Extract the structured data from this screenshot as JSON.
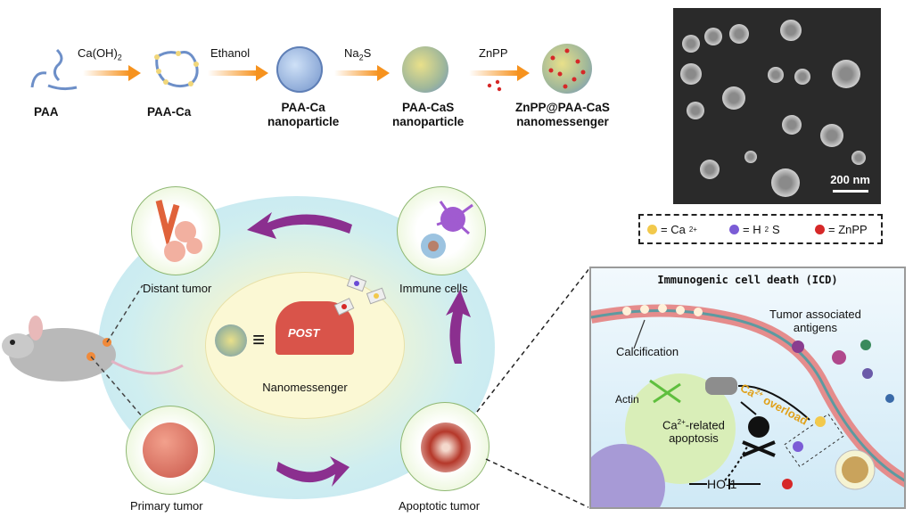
{
  "synthesis": {
    "steps": [
      {
        "label": "PAA"
      },
      {
        "label": "PAA-Ca"
      },
      {
        "label": "PAA-Ca",
        "label2": "nanoparticle"
      },
      {
        "label": "PAA-CaS",
        "label2": "nanoparticle"
      },
      {
        "label": "ZnPP@PAA-CaS",
        "label2": "nanomessenger"
      }
    ],
    "reagents": [
      {
        "text": "Ca(OH)",
        "sub": "2"
      },
      {
        "text": "Ethanol"
      },
      {
        "text": "Na",
        "sub": "2",
        "tail": "S"
      },
      {
        "text": "ZnPP"
      }
    ]
  },
  "sem": {
    "scale_bar": "200 nm"
  },
  "legend": {
    "items": [
      {
        "symbol": "= Ca",
        "sup": "2+",
        "color": "#f2c94c"
      },
      {
        "symbol": "= H",
        "sub": "2",
        "tail": "S",
        "color": "#7b5cd6"
      },
      {
        "symbol": "= ZnPP",
        "color": "#d62828"
      }
    ]
  },
  "cycle": {
    "distant_tumor": "Distant tumor",
    "immune_cells": "Immune cells",
    "primary_tumor": "Primary tumor",
    "apoptotic_tumor": "Apoptotic tumor",
    "center_label": "Nanomessenger",
    "mailbox_text": "POST",
    "equiv": "≡"
  },
  "icd": {
    "title": "Immunogenic cell death (ICD)",
    "calcification": "Calcification",
    "antigens_line1": "Tumor associated",
    "antigens_line2": "antigens",
    "actin": "Actin",
    "overload_pre": "Ca",
    "overload_sup": "2+",
    "overload_post": " overload",
    "apoptosis_pre": "Ca",
    "apoptosis_sup": "2+",
    "apoptosis_post": "-related",
    "apoptosis_line2": "apoptosis",
    "ho1": "HO-1"
  },
  "colors": {
    "arrow_orange": "#f6921e",
    "cycle_arrow_purple": "#8b2f8f",
    "overload_text": "#e0a11b"
  }
}
